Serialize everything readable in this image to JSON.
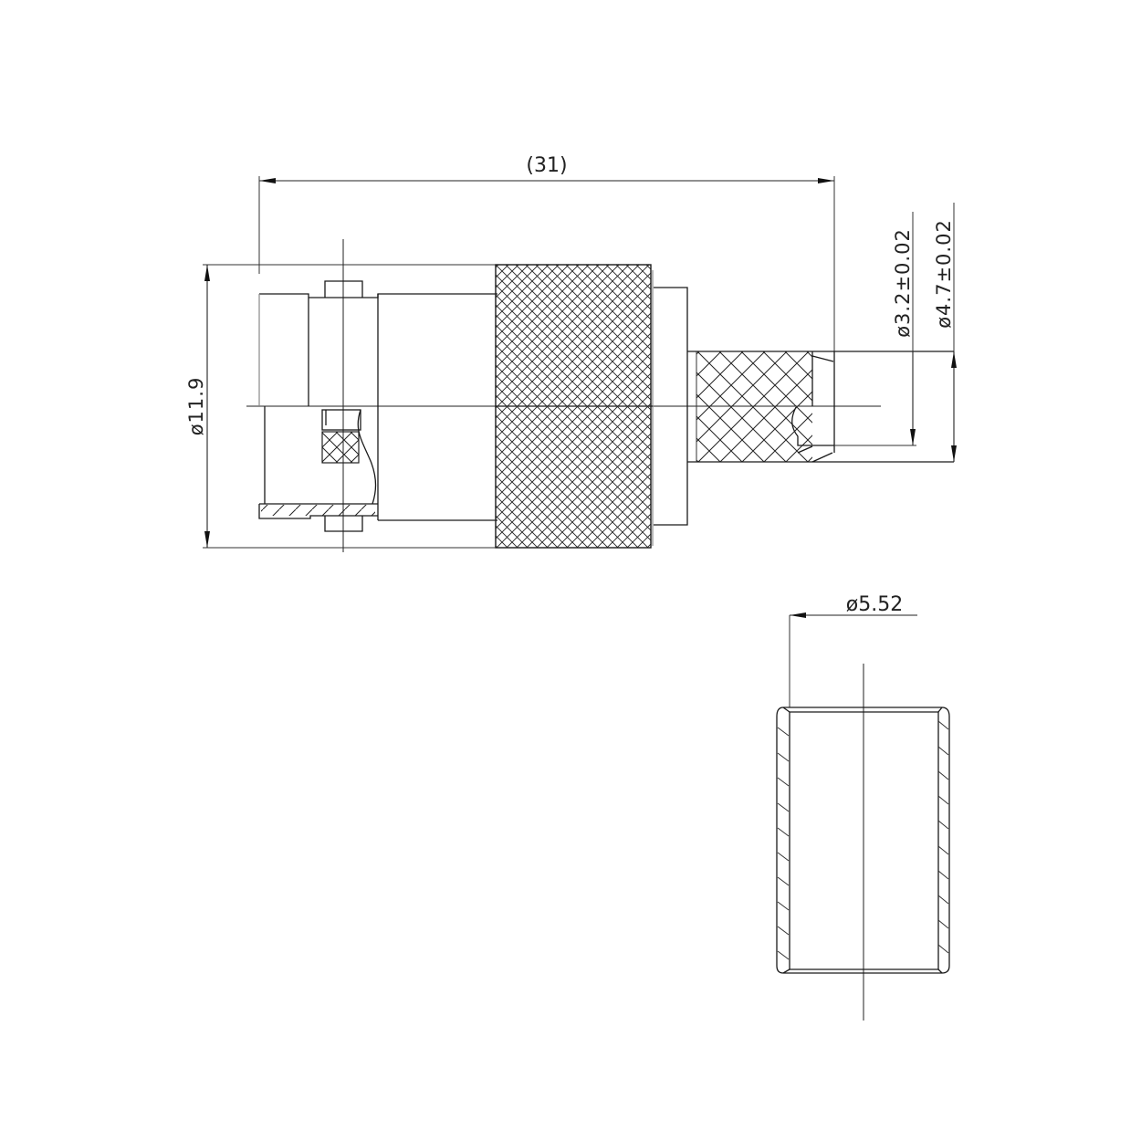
{
  "drawing": {
    "type": "mechanical-drawing",
    "subject": "crimp coaxial connector with crimp ferrule",
    "line_color": "#1a1a1a",
    "background": "#ffffff"
  },
  "dimensions": {
    "overall_length": {
      "label": "(31)",
      "value": 31,
      "reference": true
    },
    "outer_diameter": {
      "label": "ø11.9",
      "value": 11.9
    },
    "inner_crimp_diameter": {
      "label": "ø3.2",
      "tolerance": "±0.02",
      "value": 3.2
    },
    "outer_crimp_diameter": {
      "label": "ø4.7",
      "tolerance": "±0.02",
      "value": 4.7
    },
    "ferrule_diameter": {
      "label": "ø5.52",
      "value": 5.52
    }
  },
  "views": [
    {
      "name": "connector-half-section",
      "description": "Side view with upper half exterior and lower half section"
    },
    {
      "name": "ferrule-section",
      "description": "Crimp ferrule in section view"
    }
  ]
}
